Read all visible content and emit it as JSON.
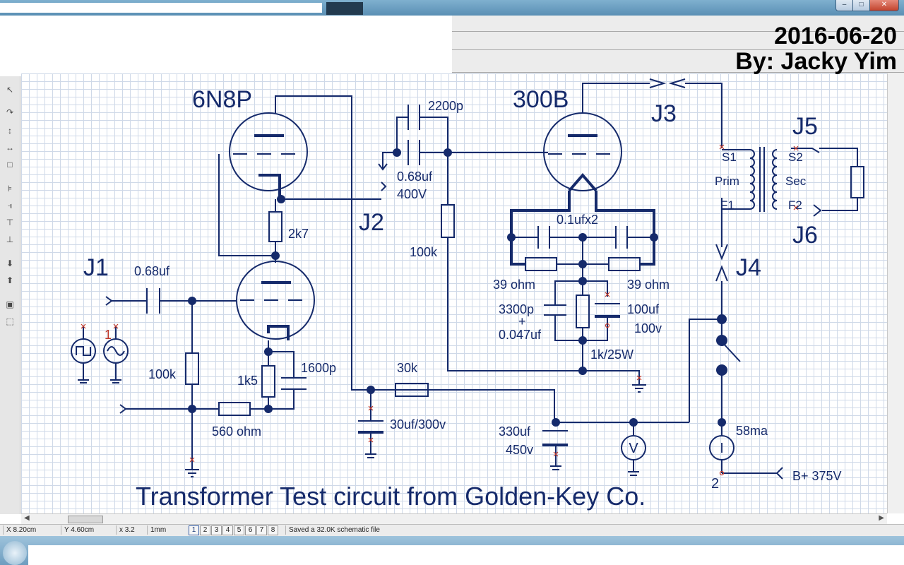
{
  "window": {
    "buttons": {
      "minimize": "–",
      "maximize": "□",
      "close": "✕"
    }
  },
  "header": {
    "date": "2016-06-20",
    "author": "By: Jacky Yim"
  },
  "toolbar": {
    "icons": [
      "pointer-icon",
      "wire-icon",
      "flip-vertical-icon",
      "flip-horizontal-icon",
      "rotate-icon",
      "align-left-icon",
      "align-right-icon",
      "align-top-icon",
      "align-bottom-icon",
      "move-down-icon",
      "move-up-icon",
      "group-icon",
      "ungroup-icon"
    ]
  },
  "schematic": {
    "tubes": {
      "driver": "6N8P",
      "output": "300B"
    },
    "connectors": {
      "j1": "J1",
      "j2": "J2",
      "j3": "J3",
      "j4": "J4",
      "j5": "J5",
      "j6": "J6"
    },
    "components": {
      "c_in": "0.68uf",
      "r_grid": "100k",
      "r_cathode_input": "560 ohm",
      "r_k1": "1k5",
      "c_k1": "1600p",
      "r_plate1": "2k7",
      "c_couple_top": "2200p",
      "c_couple": "0.68uf",
      "c_couple_v": "400V",
      "r_grid2": "100k",
      "r_supply": "30k",
      "c_filter": "30uf/300v",
      "c_main": "330uf",
      "c_main_v": "450v",
      "c_filament": "0.1ufx2",
      "r_fil_l": "39 ohm",
      "r_fil_r": "39 ohm",
      "c_bypass": "3300p",
      "c_bypass_plus": "+",
      "c_bypass2": "0.047uf",
      "c_k2": "100uf",
      "c_k2_v": "100v",
      "r_k2": "1k/25W",
      "current": "58ma",
      "bplus": "B+ 375V",
      "meter_v": "V",
      "meter_i": "I",
      "xfmr_s1": "S1",
      "xfmr_prim": "Prim",
      "xfmr_f1": "F1",
      "xfmr_s2": "S2",
      "xfmr_sec": "Sec",
      "xfmr_f2": "F2",
      "src_num1": "1",
      "src_num2": "2"
    },
    "title": "Transformer Test circuit from Golden-Key Co."
  },
  "statusbar": {
    "x": "X 8.20cm",
    "y": "Y 4.60cm",
    "zoom": "x 3.2",
    "grid": "1mm",
    "pages": [
      "1",
      "2",
      "3",
      "4",
      "5",
      "6",
      "7",
      "8"
    ],
    "message": "Saved a  32.0K schematic file"
  },
  "colors": {
    "ink": "#152a6b",
    "marker": "#c0392b",
    "grid": "#cfd9e8"
  }
}
